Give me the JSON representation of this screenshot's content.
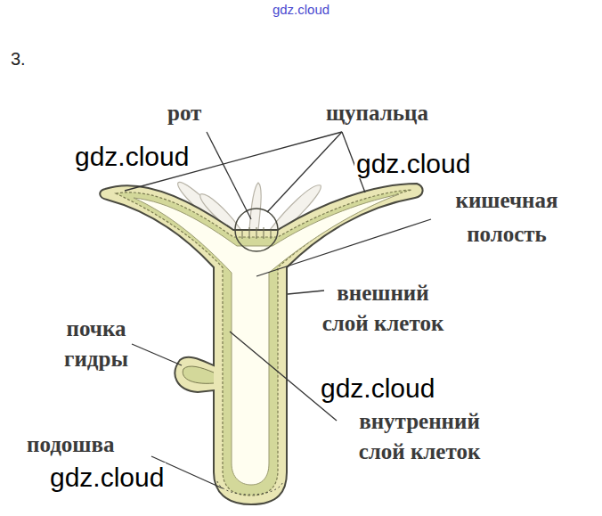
{
  "diagram": {
    "labels": [
      "gdz.cloud",
      "3.",
      "рот",
      "щупальца",
      "gdz.cloud",
      "gdz.cloud",
      "кишечная полость",
      "внешний слой клеток",
      "почка гидры",
      "gdz.cloud",
      "внутренний слой клеток",
      "подошва",
      "gdz.cloud"
    ]
  }
}
